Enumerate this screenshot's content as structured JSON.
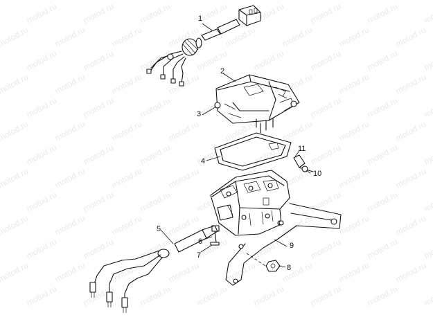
{
  "watermark": {
    "text": "motod.ru"
  },
  "callouts": [
    {
      "id": "1",
      "label": "1"
    },
    {
      "id": "2",
      "label": "2"
    },
    {
      "id": "3",
      "label": "3"
    },
    {
      "id": "4",
      "label": "4"
    },
    {
      "id": "5",
      "label": "5"
    },
    {
      "id": "6",
      "label": "6"
    },
    {
      "id": "7",
      "label": "7"
    },
    {
      "id": "8",
      "label": "8"
    },
    {
      "id": "9",
      "label": "9"
    },
    {
      "id": "10",
      "label": "10"
    },
    {
      "id": "11",
      "label": "11"
    }
  ]
}
